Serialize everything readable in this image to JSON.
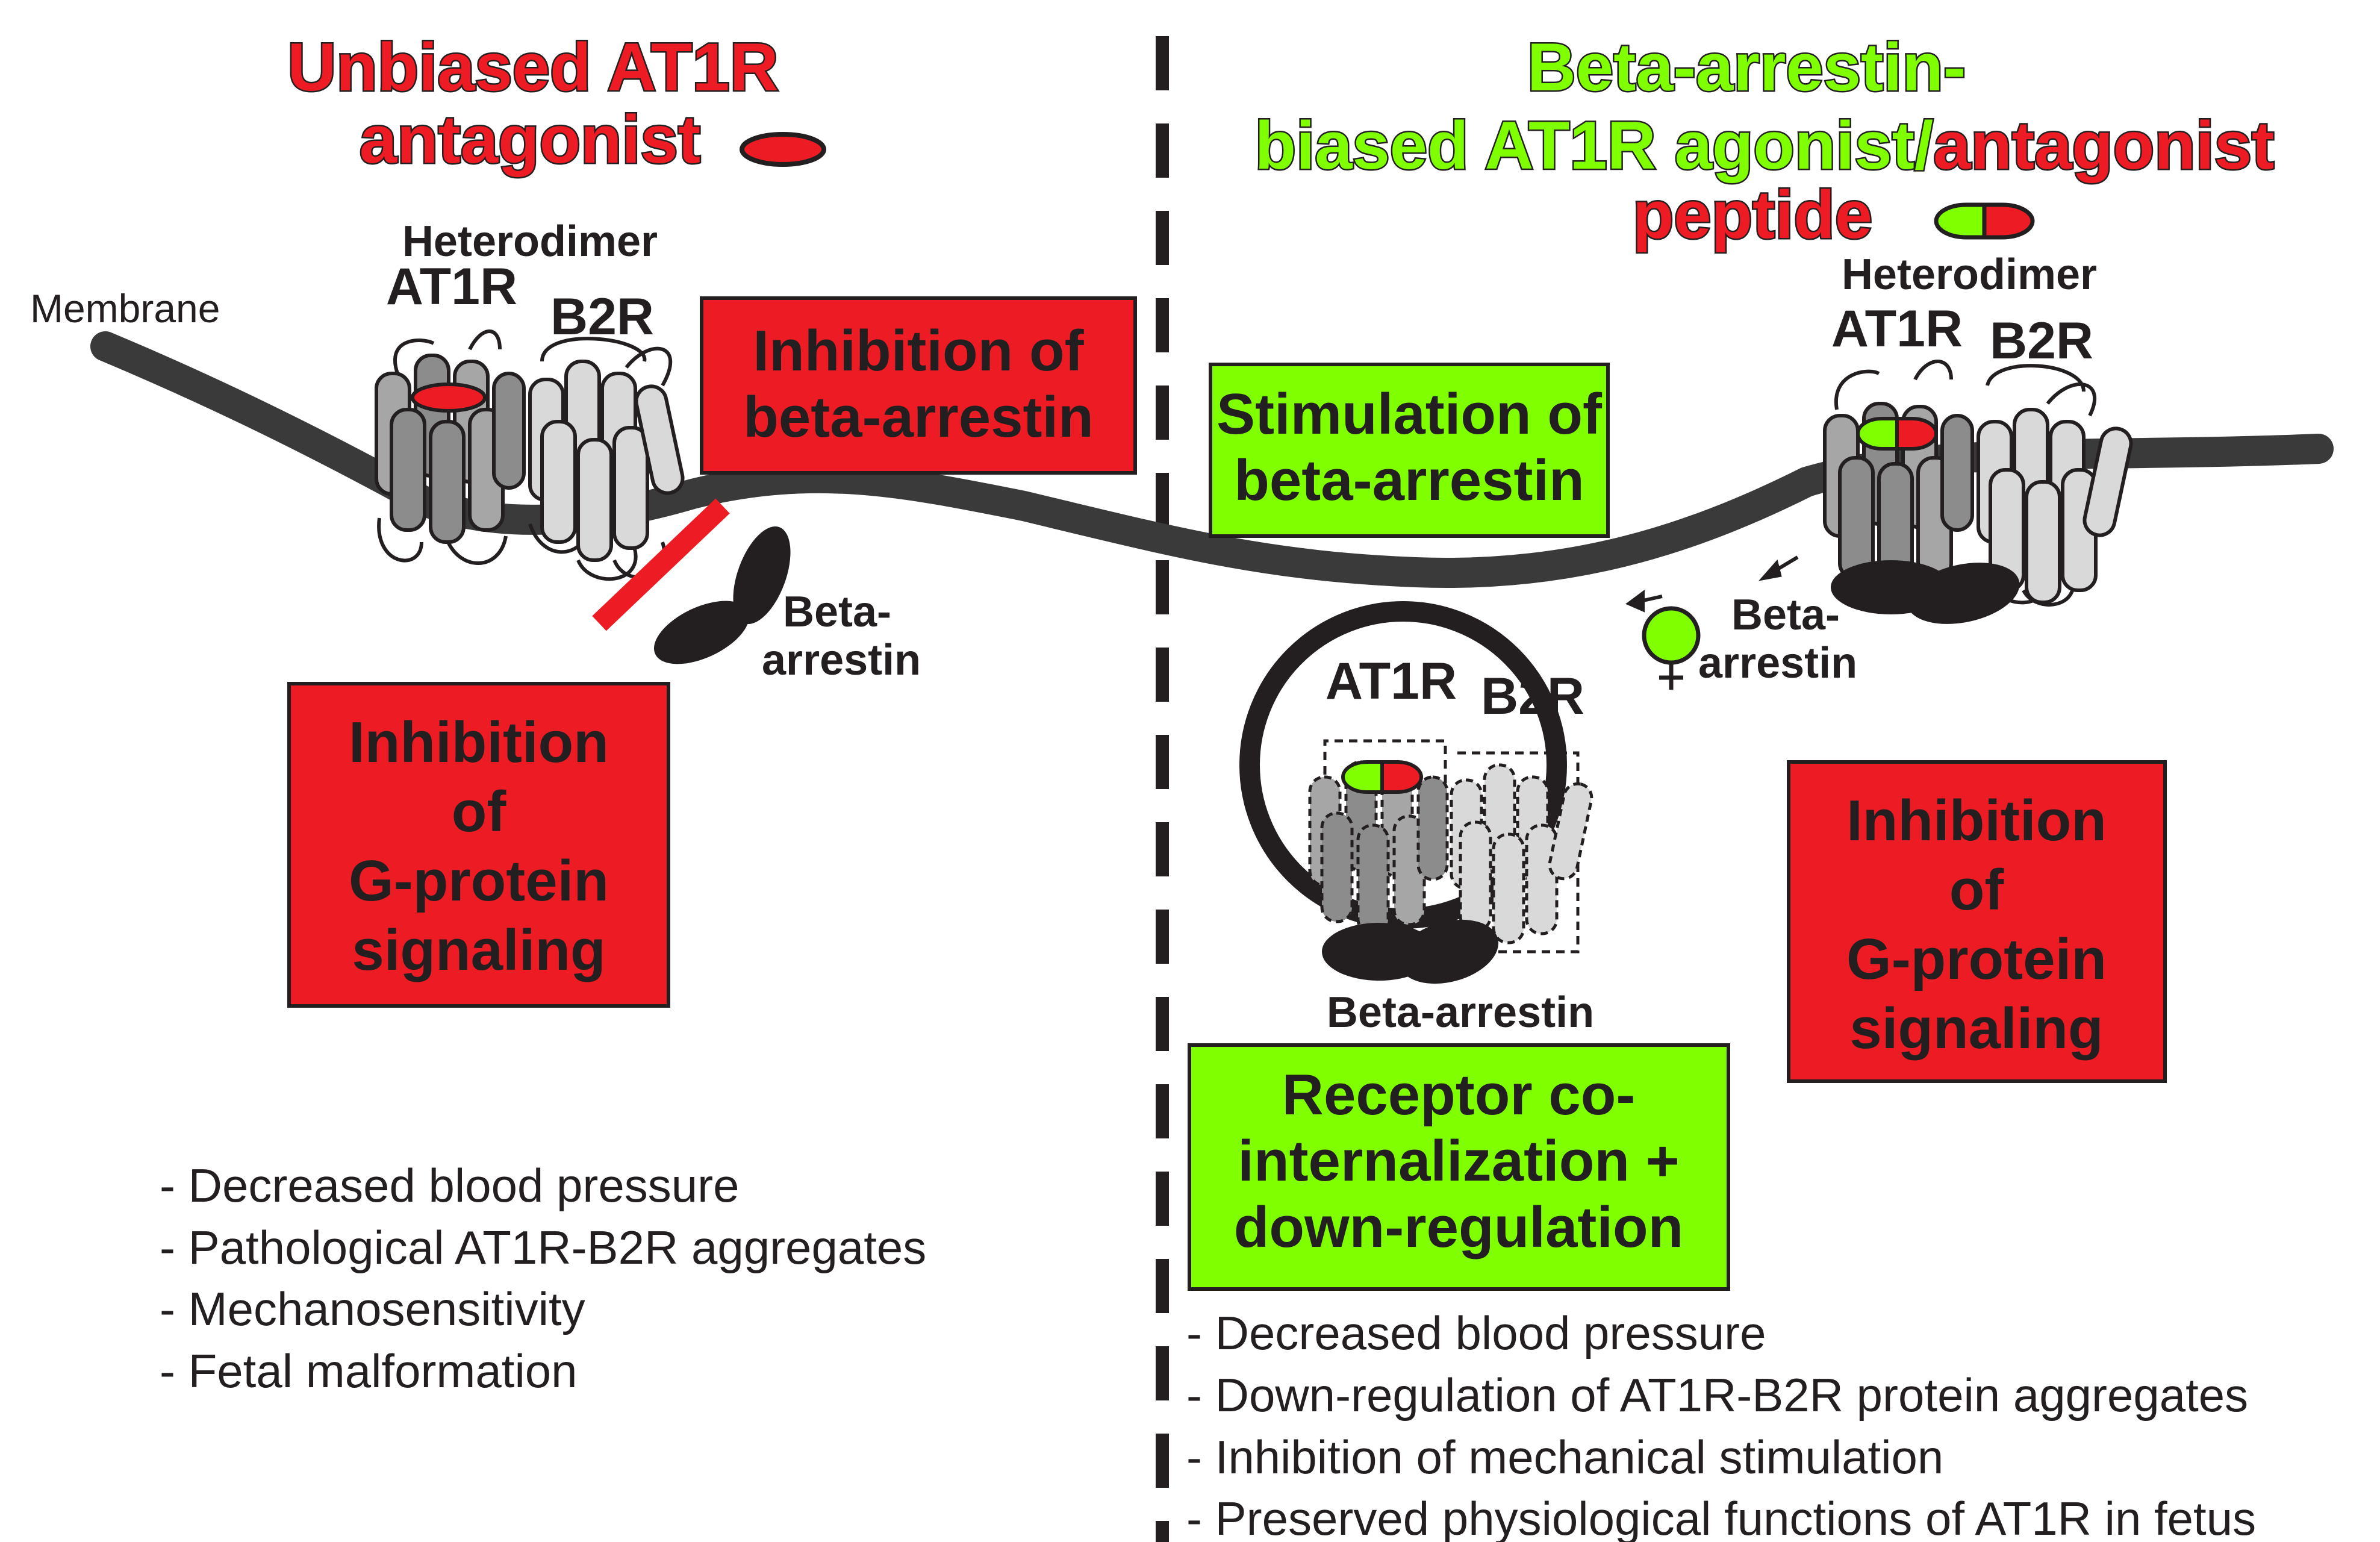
{
  "left": {
    "title_line1": "Unbiased AT1R",
    "title_line2": "antagonist",
    "heterodimer": "Heterodimer",
    "at1r": "AT1R",
    "b2r": "B2R",
    "membrane": "Membrane",
    "box_beta": [
      "Inhibition of",
      "beta-arrestin"
    ],
    "box_gprotein": [
      "Inhibition",
      "of",
      "G-protein",
      "signaling"
    ],
    "beta_arrestin": [
      "Beta-",
      "arrestin"
    ],
    "effects": [
      "- Decreased blood pressure",
      "- Pathological AT1R-B2R aggregates",
      "- Mechanosensitivity",
      "- Fetal malformation"
    ]
  },
  "right": {
    "title_line1": "Beta-arrestin-",
    "title_line2_green": "biased AT1R agonist/",
    "title_line2_red": "antagonist",
    "title_line3": "peptide",
    "heterodimer": "Heterodimer",
    "at1r": "AT1R",
    "b2r": "B2R",
    "box_stim": [
      "Stimulation of",
      "beta-arrestin"
    ],
    "beta_arrestin_free": [
      "Beta-",
      "arrestin"
    ],
    "vesicle_at1r": "AT1R",
    "vesicle_b2r": "B2R",
    "vesicle_beta_arrestin": "Beta-arrestin",
    "box_gprotein": [
      "Inhibition",
      "of",
      "G-protein",
      "signaling"
    ],
    "box_internal": [
      "Receptor co-",
      "internalization +",
      "down-regulation"
    ],
    "effects": [
      "- Decreased blood pressure",
      "- Down-regulation of AT1R-B2R protein aggregates",
      "- Inhibition of mechanical stimulation",
      "- Preserved physiological functions of AT1R in fetus"
    ]
  },
  "colors": {
    "red": "#ED1C24",
    "green": "#7FFF00",
    "dark": "#231F20",
    "membrane": "#3A3A3A",
    "at1r_helix": "#8C8C8C",
    "at1r_helix_light": "#A6A6A6",
    "b2r_helix": "#D9D9D9"
  }
}
